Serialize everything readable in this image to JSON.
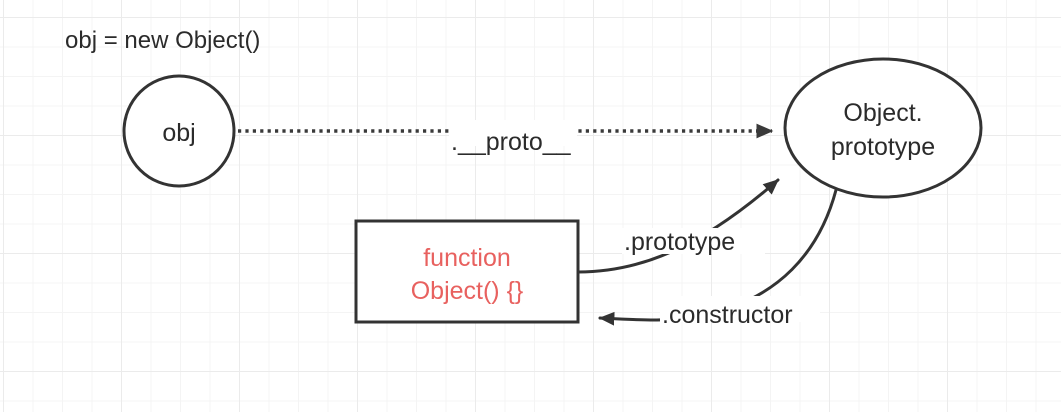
{
  "diagram": {
    "title": "obj = new Object()",
    "background": "#ffffff",
    "stroke_color": "#333333",
    "text_color": "#2b2b2b",
    "accent_color": "#e8615f",
    "nodes": {
      "instance": {
        "label": "obj",
        "shape": "circle"
      },
      "prototype_object": {
        "line1": "Object.",
        "line2": "prototype",
        "shape": "ellipse"
      },
      "constructor_function": {
        "line1": "function",
        "line2": "Object() {}",
        "shape": "rectangle",
        "text_color": "#e8615f"
      }
    },
    "edges": {
      "proto_link": {
        "label": ".__proto__",
        "style": "dotted",
        "from": "obj",
        "to": "Object.prototype"
      },
      "prototype_link": {
        "label": ".prototype",
        "style": "solid",
        "from": "function Object() {}",
        "to": "Object.prototype"
      },
      "constructor_link": {
        "label": ".constructor",
        "style": "solid",
        "from": "Object.prototype",
        "to": "function Object() {}"
      }
    }
  }
}
